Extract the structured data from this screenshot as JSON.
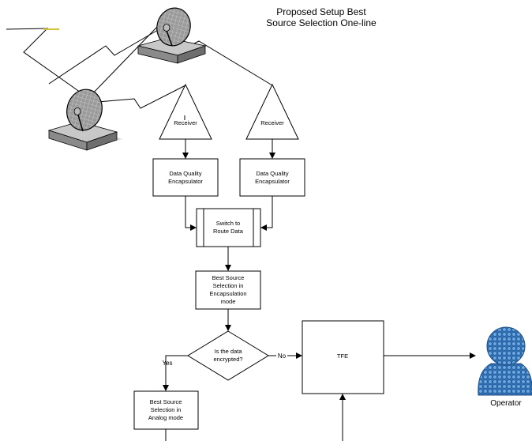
{
  "title": {
    "line1": "Proposed Setup Best",
    "line2": "Source Selection One-line"
  },
  "nodes": {
    "receiver_left": "Receiver",
    "receiver_right": "Receiver",
    "dqe_left": [
      "Data Quality",
      "Encapsulator"
    ],
    "dqe_right": [
      "Data Quality",
      "Encapsulator"
    ],
    "switch": [
      "Switch to",
      "Route Data"
    ],
    "bss_encap": [
      "Best Source",
      "Selection in",
      "Encapsulation",
      "mode"
    ],
    "decision": [
      "Is the data",
      "encrypted?"
    ],
    "tfe": "TFE",
    "bss_analog": [
      "Best Source",
      "Selection in",
      "Analog mode"
    ],
    "operator": "Operator"
  },
  "edges": {
    "yes": "Yes",
    "no": "No"
  },
  "colors": {
    "operator_fill": "#3b7fc4",
    "operator_dark": "#1f4f86",
    "dish_fill": "#a6a6a6",
    "base_fill": "#c8c8c8",
    "shadow": "#d9d9d9"
  }
}
